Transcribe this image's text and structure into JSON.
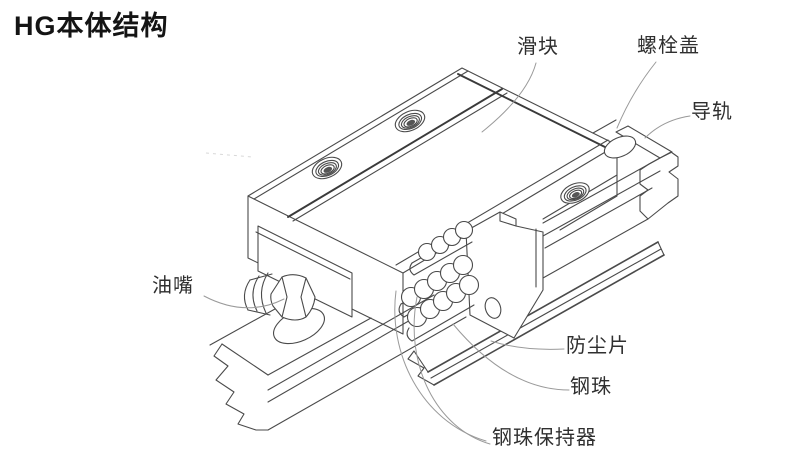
{
  "title": "HG本体结构",
  "diagram": {
    "labels": [
      {
        "id": "slider",
        "text": "滑块"
      },
      {
        "id": "bolt-cover",
        "text": "螺栓盖"
      },
      {
        "id": "rail",
        "text": "导轨"
      },
      {
        "id": "oil-nozzle",
        "text": "油嘴"
      },
      {
        "id": "dust-strip",
        "text": "防尘片"
      },
      {
        "id": "steel-ball",
        "text": "钢珠"
      },
      {
        "id": "ball-retainer",
        "text": "钢珠保持器"
      }
    ],
    "colors": {
      "line": "#4a4a4a",
      "dark_edge": "#3a3a3a",
      "leader": "#9a9a9a",
      "text": "#2f2f2f",
      "background": "#ffffff"
    }
  }
}
